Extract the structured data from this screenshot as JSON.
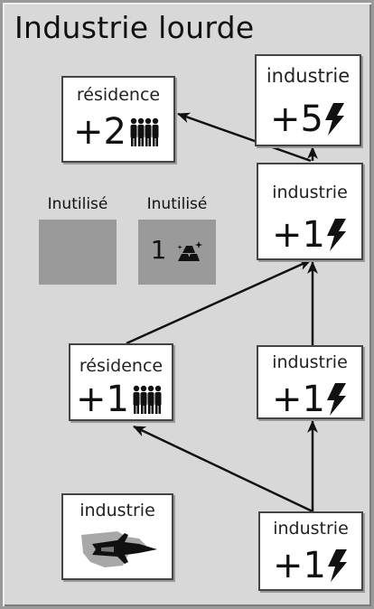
{
  "card": {
    "title": "Industrie lourde"
  },
  "unused": [
    {
      "label": "Inutilisé",
      "value": "",
      "icon": null
    },
    {
      "label": "Inutilisé",
      "value": "1",
      "icon": "gold-ingot-icon"
    }
  ],
  "tiles": {
    "res_top": {
      "label": "résidence",
      "sign": "+",
      "value": "2",
      "icon": "population-icon"
    },
    "ind_top": {
      "label": "industrie",
      "sign": "+",
      "value": "5",
      "icon": "lightning-icon"
    },
    "ind_mid": {
      "label": "industrie",
      "sign": "+",
      "value": "1",
      "icon": "lightning-icon"
    },
    "res_mid": {
      "label": "résidence",
      "sign": "+",
      "value": "1",
      "icon": "population-icon"
    },
    "ind_low": {
      "label": "industrie",
      "sign": "+",
      "value": "1",
      "icon": "lightning-icon"
    },
    "ind_ship": {
      "label": "industrie",
      "sign": "",
      "value": "",
      "icon": "starship-icon"
    },
    "ind_bottom": {
      "label": "industrie",
      "sign": "+",
      "value": "1",
      "icon": "lightning-icon"
    }
  },
  "colors": {
    "card_bg": "#d8d8d8",
    "unused_slot": "#9a9a9a",
    "arrow": "#111111"
  }
}
